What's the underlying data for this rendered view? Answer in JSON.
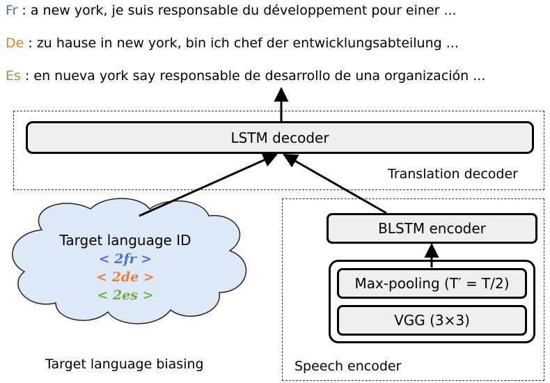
{
  "outputs": [
    {
      "lang": "Fr",
      "sep": " : ",
      "text": "a new york, je suis responsable du développement pour einer ..."
    },
    {
      "lang": "De",
      "sep": " : ",
      "text": "zu hause in new york, bin ich chef der entwicklungsabteilung  ..."
    },
    {
      "lang": "Es",
      "sep": " : ",
      "text": "en nueva york say responsable de desarrollo de una organización ..."
    }
  ],
  "decoder": {
    "block_label": "LSTM decoder",
    "group_label": "Translation decoder"
  },
  "biasing": {
    "title": "Target language ID",
    "tags": [
      "< 2fr >",
      "< 2de >",
      "< 2es >"
    ],
    "caption": "Target language biasing"
  },
  "encoder": {
    "blstm_label": "BLSTM encoder",
    "pool_label": "Max-pooling (T′ = T/2)",
    "vgg_label": "VGG (3×3)",
    "group_label": "Speech encoder"
  },
  "colors": {
    "fr": "#4472c4",
    "de": "#ed7d31",
    "es": "#70ad47",
    "cloud_fill": "#dde9f6",
    "block_fill": "#efefef"
  }
}
